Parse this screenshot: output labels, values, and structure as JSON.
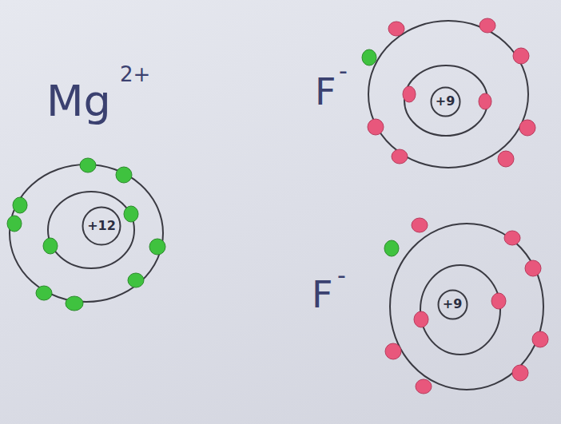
{
  "diagram": {
    "nodes": [
      {
        "text": [
          "+12"
        ]
      },
      {
        "text": [
          "+9"
        ]
      },
      {
        "text": [
          "+9"
        ]
      }
    ],
    "labels": [
      "Mg",
      "2+",
      "F",
      "-",
      "F",
      "-"
    ]
  }
}
